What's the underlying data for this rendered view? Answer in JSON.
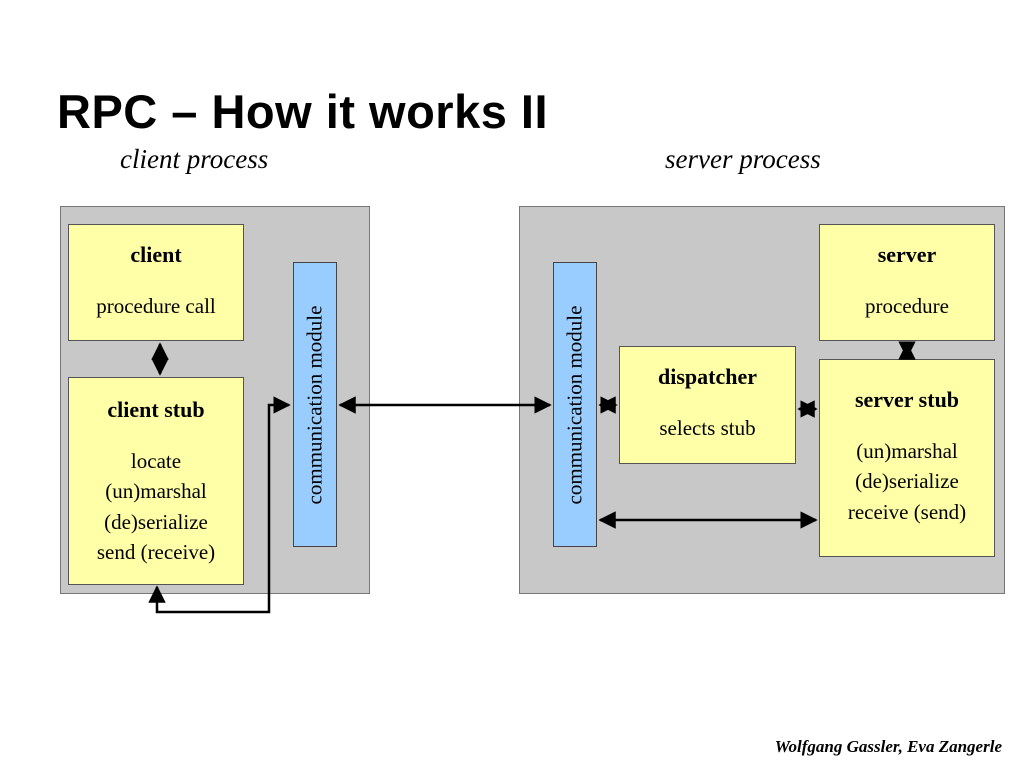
{
  "title": "RPC – How it works II",
  "client_process_label": "client process",
  "server_process_label": "server process",
  "client": {
    "head": "client",
    "text": "procedure call"
  },
  "client_stub": {
    "head": "client stub",
    "lines": [
      "locate",
      "(un)marshal",
      "(de)serialize",
      "send (receive)"
    ]
  },
  "communication_module_client": "communication module",
  "communication_module_server": "communication module",
  "dispatcher": {
    "head": "dispatcher",
    "text": "selects stub"
  },
  "server": {
    "head": "server",
    "text": "procedure"
  },
  "server_stub": {
    "head": "server stub",
    "lines": [
      "(un)marshal",
      "(de)serialize",
      "receive (send)"
    ]
  },
  "footer": "Wolfgang Gassler, Eva Zangerle",
  "colors": {
    "panel": "#c8c8c8",
    "box": "#ffffa8",
    "comm_module": "#99ccff"
  }
}
